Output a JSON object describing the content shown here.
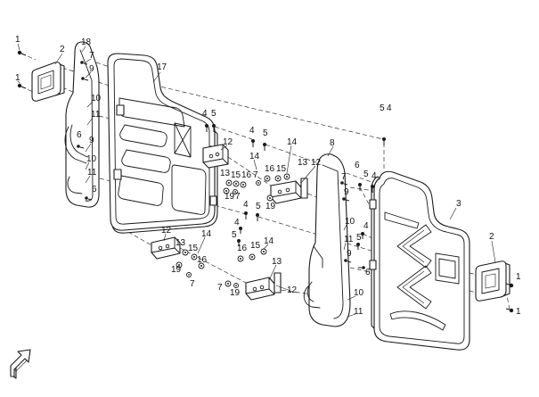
{
  "diagram": {
    "callouts": [
      "1",
      "1",
      "2",
      "18",
      "7",
      "9",
      "17",
      "10",
      "11",
      "6",
      "9",
      "10",
      "11",
      "6",
      "4",
      "5",
      "4",
      "5",
      "12",
      "14",
      "13",
      "15",
      "16",
      "19",
      "7",
      "4",
      "5",
      "4",
      "5",
      "14",
      "16",
      "15",
      "13",
      "12",
      "7",
      "19",
      "12",
      "14",
      "13",
      "15",
      "16",
      "19",
      "7",
      "16",
      "15",
      "14",
      "13",
      "12",
      "7",
      "19",
      "8",
      "6",
      "5",
      "4",
      "5",
      "4",
      "7",
      "9",
      "10",
      "11",
      "9",
      "4",
      "5",
      "6",
      "10",
      "11",
      "3",
      "2",
      "1",
      "1"
    ]
  },
  "icons": {
    "direction": "front-direction-arrow-icon"
  },
  "colors": {
    "line": "#1a1a1a",
    "background": "#ffffff"
  }
}
